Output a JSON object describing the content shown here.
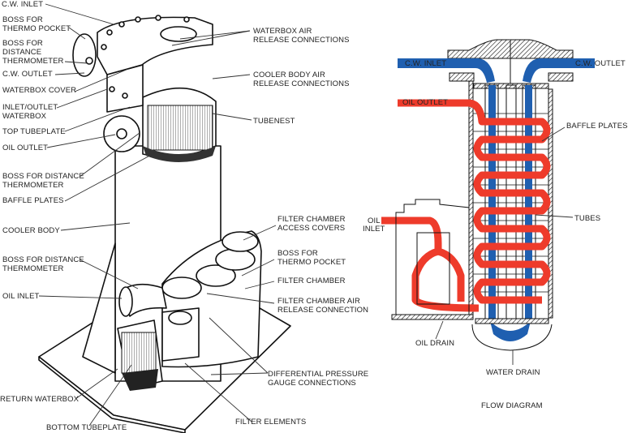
{
  "colors": {
    "water_flow": "#1f5fb0",
    "oil_flow": "#ee3b2b",
    "line": "#222222",
    "background": "#ffffff"
  },
  "cutaway": {
    "labels": {
      "cw_inlet": [
        "C.W. INLET"
      ],
      "boss_thermo_pocket_top": [
        "BOSS FOR",
        "THERMO POCKET"
      ],
      "boss_distance_thermometer_top": [
        "BOSS FOR",
        "DISTANCE",
        "THERMOMETER"
      ],
      "cw_outlet": [
        "C.W. OUTLET"
      ],
      "waterbox_cover": [
        "WATERBOX COVER"
      ],
      "inlet_outlet_waterbox": [
        "INLET/OUTLET",
        "WATERBOX"
      ],
      "top_tubeplate": [
        "TOP TUBEPLATE"
      ],
      "oil_outlet": [
        "OIL OUTLET"
      ],
      "boss_distance_thermometer_mid": [
        "BOSS FOR DISTANCE",
        "THERMOMETER"
      ],
      "baffle_plates": [
        "BAFFLE PLATES"
      ],
      "cooler_body": [
        "COOLER BODY"
      ],
      "boss_distance_thermometer_low": [
        "BOSS FOR DISTANCE",
        "THERMOMETER"
      ],
      "oil_inlet": [
        "OIL INLET"
      ],
      "return_waterbox": [
        "RETURN WATERBOX"
      ],
      "bottom_tubeplate": [
        "BOTTOM TUBEPLATE"
      ],
      "waterbox_air_release": [
        "WATERBOX AIR",
        "RELEASE CONNECTIONS"
      ],
      "cooler_body_air_release": [
        "COOLER BODY AIR",
        "RELEASE CONNECTIONS"
      ],
      "tubenest": [
        "TUBENEST"
      ],
      "filter_chamber_access_covers": [
        "FILTER CHAMBER",
        "ACCESS COVERS"
      ],
      "boss_thermo_pocket_low": [
        "BOSS FOR",
        "THERMO POCKET"
      ],
      "filter_chamber": [
        "FILTER CHAMBER"
      ],
      "filter_chamber_air_release": [
        "FILTER CHAMBER AIR",
        "RELEASE CONNECTION"
      ],
      "differential_pressure": [
        "DIFFERENTIAL PRESSURE",
        "GAUGE CONNECTIONS"
      ],
      "filter_elements": [
        "FILTER ELEMENTS"
      ]
    }
  },
  "flow_diagram": {
    "title": "FLOW DIAGRAM",
    "labels": {
      "cw_inlet": "C.W. INLET",
      "cw_outlet": "C.W. OUTLET",
      "oil_outlet": "OIL OUTLET",
      "baffle_plates": "BAFFLE PLATES",
      "oil_inlet": [
        "OIL",
        "INLET"
      ],
      "tubes": "TUBES",
      "oil_drain": "OIL DRAIN",
      "water_drain": "WATER DRAIN"
    }
  }
}
